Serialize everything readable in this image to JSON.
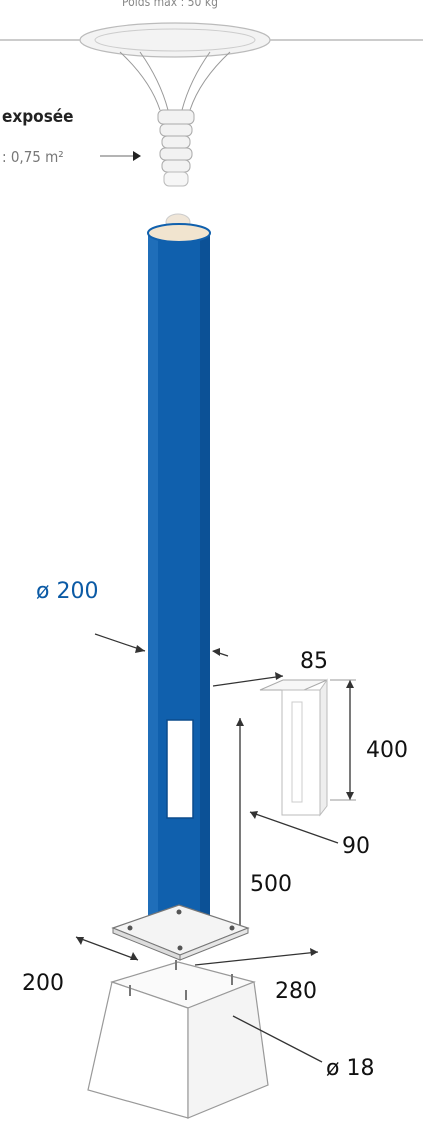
{
  "top": {
    "caption_partial": "Poids max : 50 kg",
    "exposed_label": "exposée",
    "exposed_value": ": 0,75 m²"
  },
  "dimensions": {
    "diameter_pole": "ø 200",
    "door_width": "85",
    "door_height": "400",
    "door_depth": "90",
    "door_elevation": "500",
    "base_width": "200",
    "base_depth": "280",
    "anchor_diameter": "ø 18"
  },
  "colors": {
    "pole": "#1060ad",
    "pole_dark": "#0b4b8c",
    "dimension_blue": "#0b5aa5"
  }
}
